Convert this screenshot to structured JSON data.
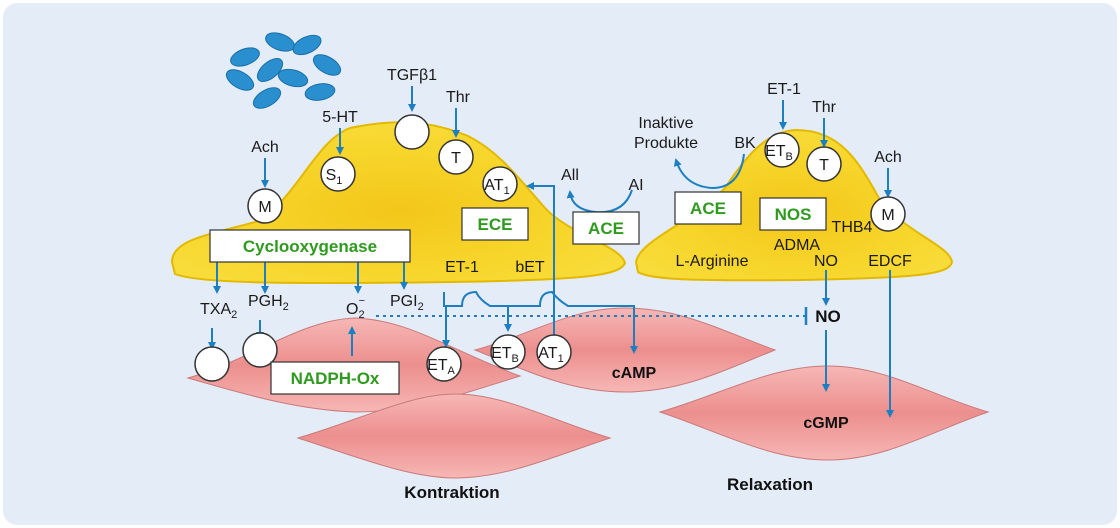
{
  "colors": {
    "background_panel": "#e4ecf7",
    "cell": "#f6d21c",
    "cell_edge": "#e2b900",
    "muscle": "#f2a3a3",
    "arrow": "#1e7fc0",
    "enzyme_text": "#2e9a1e"
  },
  "labels": {
    "ach_left": "Ach",
    "ht5": "5-HT",
    "tgf": "TGFβ1",
    "thr_left": "Thr",
    "all": "All",
    "al": "AI",
    "inaktive1": "Inaktive",
    "inaktive2": "Produkte",
    "bk": "BK",
    "et1_top": "ET-1",
    "thr_right": "Thr",
    "ach_right": "Ach",
    "adma": "ADMA",
    "thb4": "THB4",
    "l_arginine": "L-Arginine",
    "no_cell": "NO",
    "edcf": "EDCF",
    "et1_mid": "ET-1",
    "bet": "bET",
    "txa": "TXA",
    "txa_sub": "2",
    "pgh": "PGH",
    "pgh_sub": "2",
    "o2": "O",
    "o2_sub": "2",
    "o2_sup": "−",
    "pgi": "PGI",
    "pgi_sub": "2",
    "no_bold": "NO",
    "camp": "cAMP",
    "cgmp": "cGMP",
    "kontraktion": "Kontraktion",
    "relaxation": "Relaxation"
  },
  "receptors": {
    "m_left": "M",
    "s1": "S",
    "s1_sub": "1",
    "t_left": "T",
    "at1_top": "AT",
    "at1_top_sub": "1",
    "etb_top": "ET",
    "etb_top_sub": "B",
    "t_right": "T",
    "m_right": "M",
    "eta": "ET",
    "eta_sub": "A",
    "etb_bottom": "ET",
    "etb_bottom_sub": "B",
    "at1_bottom": "AT",
    "at1_bottom_sub": "1"
  },
  "boxes": {
    "cyclooxygenase": "Cyclooxygenase",
    "ece": "ECE",
    "ace_mid": "ACE",
    "ace_right": "ACE",
    "nos": "NOS",
    "nadph": "NADPH-Ox"
  }
}
